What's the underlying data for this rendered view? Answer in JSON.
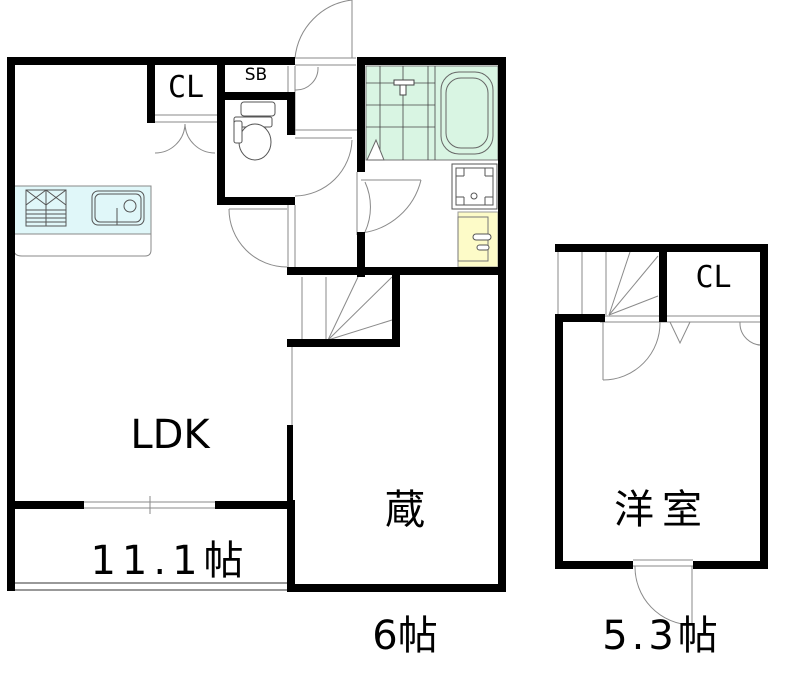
{
  "floor_plan": {
    "rooms": [
      {
        "id": "ldk",
        "name": "LDK",
        "size": "11.1帖"
      },
      {
        "id": "storage",
        "name": "蔵",
        "size": "6帖"
      },
      {
        "id": "western_room",
        "name": "洋室",
        "size": "5.3帖"
      }
    ],
    "closets": [
      {
        "id": "cl_ldk",
        "label": "CL"
      },
      {
        "id": "sb",
        "label": "SB"
      },
      {
        "id": "cl_western",
        "label": "CL"
      }
    ],
    "fixtures": [
      "kitchen-stove-icon",
      "kitchen-sink-icon",
      "toilet-icon",
      "bathtub-icon",
      "shower-icon",
      "washing-machine-pan-icon",
      "washbasin-icon",
      "staircase-icon"
    ],
    "colors": {
      "wall": "#000000",
      "bathroom_tile": "#d9f5e3",
      "kitchen_counter": "#e0f7f9",
      "washbasin": "#fdfbc8",
      "thin_line": "#8a8a8a"
    }
  }
}
